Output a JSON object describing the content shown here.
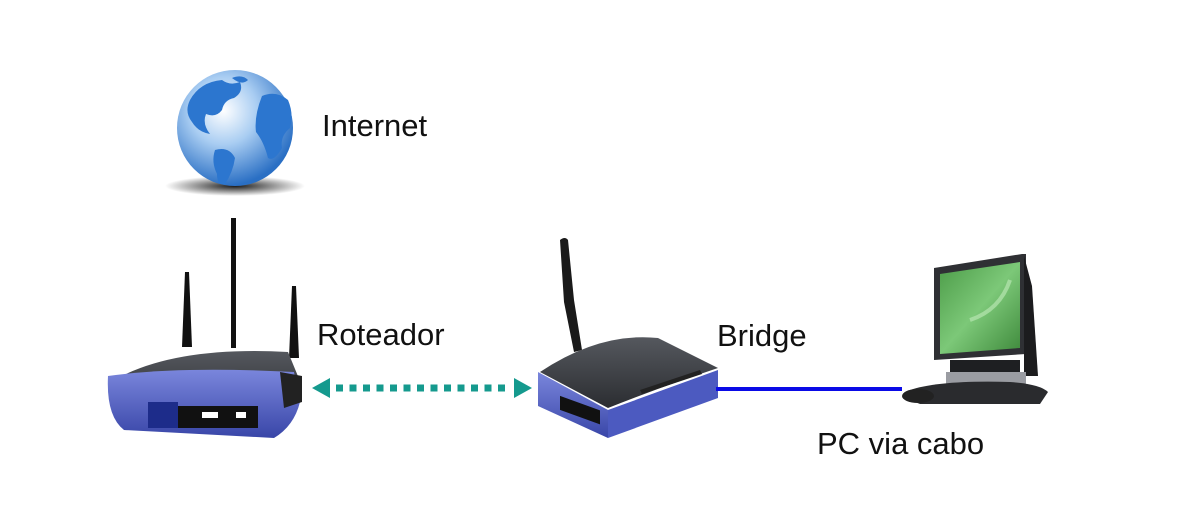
{
  "diagram": {
    "nodes": [
      {
        "id": "internet",
        "label": "Internet",
        "icon": "globe-icon"
      },
      {
        "id": "router",
        "label": "Roteador",
        "icon": "wireless-router-icon"
      },
      {
        "id": "bridge",
        "label": "Bridge",
        "icon": "wireless-bridge-icon"
      },
      {
        "id": "pc",
        "label": "PC via cabo",
        "icon": "desktop-computer-icon"
      }
    ],
    "edges": [
      {
        "from": "router",
        "to": "bridge",
        "type": "wireless",
        "style": "dotted-bidirectional",
        "color": "#159a8e"
      },
      {
        "from": "bridge",
        "to": "pc",
        "type": "cable",
        "style": "solid",
        "color": "#0a0ae6"
      }
    ]
  },
  "colors": {
    "wireless_link": "#159a8e",
    "cable_link": "#0a0ae6",
    "globe": "#2a7fd4",
    "device_body": "#3c3f44",
    "device_accent": "#5868c8",
    "pc_screen": "#5cae5a"
  }
}
